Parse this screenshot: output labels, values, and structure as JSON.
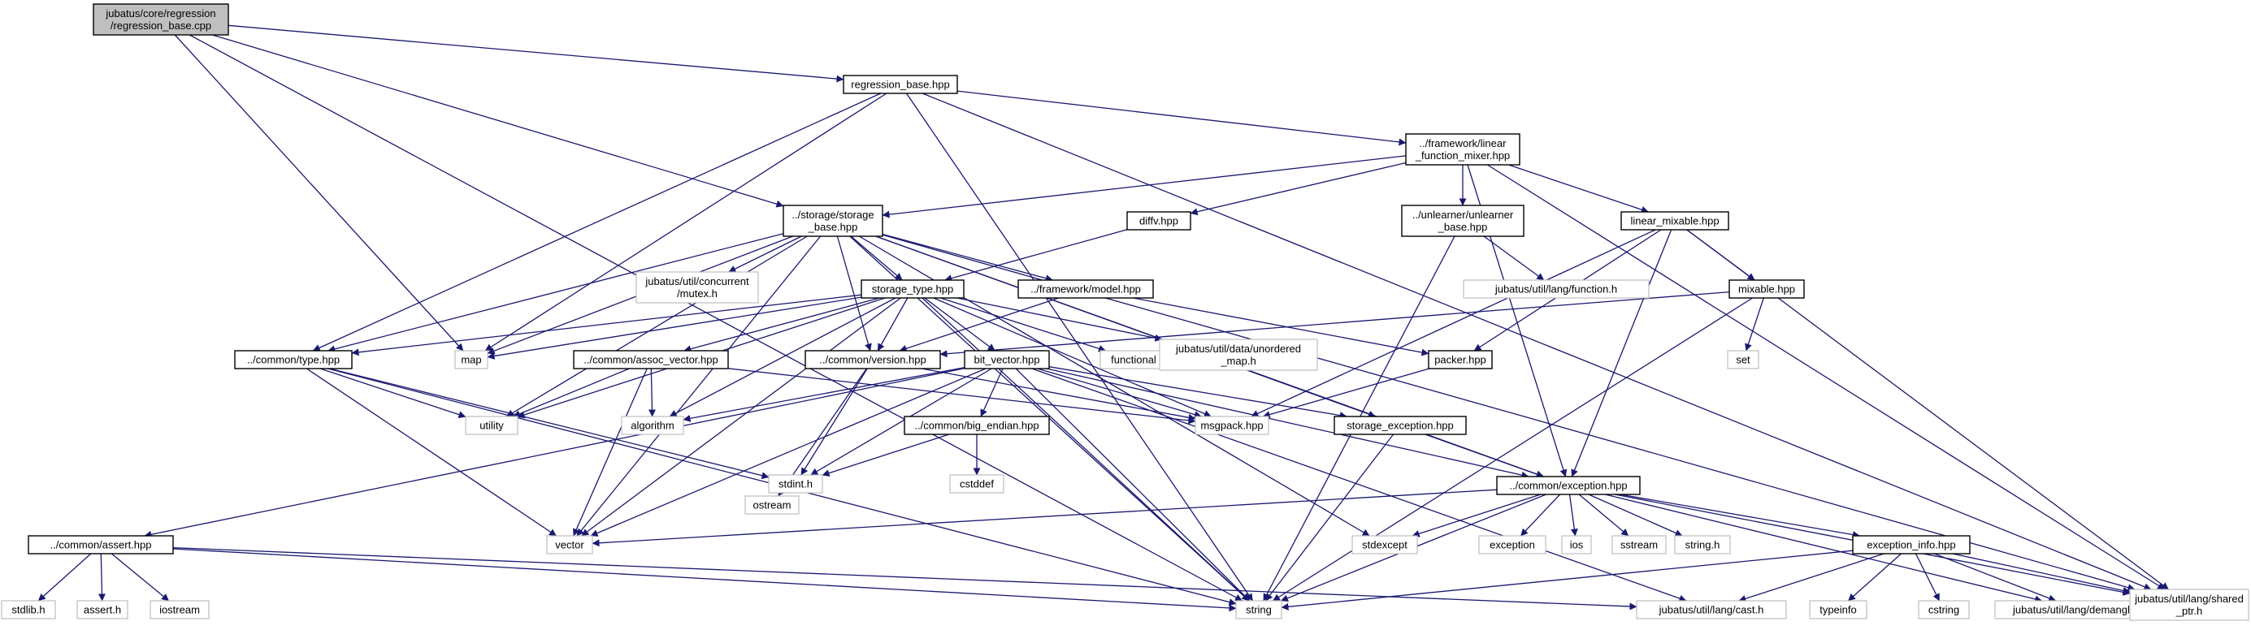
{
  "graph": {
    "nodes": [
      {
        "id": "root",
        "lines": [
          "jubatus/core/regression",
          "/regression_base.cpp"
        ],
        "style": "root"
      },
      {
        "id": "regression_base_hpp",
        "lines": [
          "regression_base.hpp"
        ],
        "style": "file"
      },
      {
        "id": "linear_function_mixer",
        "lines": [
          "../framework/linear",
          "_function_mixer.hpp"
        ],
        "style": "file"
      },
      {
        "id": "storage_base",
        "lines": [
          "../storage/storage",
          "_base.hpp"
        ],
        "style": "file"
      },
      {
        "id": "diffv",
        "lines": [
          "diffv.hpp"
        ],
        "style": "file"
      },
      {
        "id": "unlearner_base",
        "lines": [
          "../unlearner/unlearner",
          "_base.hpp"
        ],
        "style": "file"
      },
      {
        "id": "linear_mixable",
        "lines": [
          "linear_mixable.hpp"
        ],
        "style": "file"
      },
      {
        "id": "concurrent_mutex",
        "lines": [
          "jubatus/util/concurrent",
          "/mutex.h"
        ],
        "style": "ext"
      },
      {
        "id": "lang_function",
        "lines": [
          "jubatus/util/lang/function.h"
        ],
        "style": "ext"
      },
      {
        "id": "storage_type",
        "lines": [
          "storage_type.hpp"
        ],
        "style": "file"
      },
      {
        "id": "framework_model",
        "lines": [
          "../framework/model.hpp"
        ],
        "style": "file"
      },
      {
        "id": "mixable",
        "lines": [
          "mixable.hpp"
        ],
        "style": "file"
      },
      {
        "id": "common_type",
        "lines": [
          "../common/type.hpp"
        ],
        "style": "file"
      },
      {
        "id": "map",
        "lines": [
          "map"
        ],
        "style": "ext"
      },
      {
        "id": "assoc_vector",
        "lines": [
          "../common/assoc_vector.hpp"
        ],
        "style": "file"
      },
      {
        "id": "common_version",
        "lines": [
          "../common/version.hpp"
        ],
        "style": "file"
      },
      {
        "id": "bit_vector",
        "lines": [
          "bit_vector.hpp"
        ],
        "style": "file"
      },
      {
        "id": "functional",
        "lines": [
          "functional"
        ],
        "style": "ext"
      },
      {
        "id": "unordered_map",
        "lines": [
          "jubatus/util/data/unordered",
          "_map.h"
        ],
        "style": "ext"
      },
      {
        "id": "packer",
        "lines": [
          "packer.hpp"
        ],
        "style": "file"
      },
      {
        "id": "set",
        "lines": [
          "set"
        ],
        "style": "ext"
      },
      {
        "id": "utility",
        "lines": [
          "utility"
        ],
        "style": "ext"
      },
      {
        "id": "algorithm",
        "lines": [
          "algorithm"
        ],
        "style": "ext"
      },
      {
        "id": "msgpack",
        "lines": [
          "msgpack.hpp"
        ],
        "style": "ext"
      },
      {
        "id": "storage_exception",
        "lines": [
          "storage_exception.hpp"
        ],
        "style": "file"
      },
      {
        "id": "ostream",
        "lines": [
          "ostream"
        ],
        "style": "ext"
      },
      {
        "id": "big_endian",
        "lines": [
          "../common/big_endian.hpp"
        ],
        "style": "file"
      },
      {
        "id": "stdint",
        "lines": [
          "stdint.h"
        ],
        "style": "ext"
      },
      {
        "id": "cstddef",
        "lines": [
          "cstddef"
        ],
        "style": "ext"
      },
      {
        "id": "common_exception",
        "lines": [
          "../common/exception.hpp"
        ],
        "style": "file"
      },
      {
        "id": "common_assert",
        "lines": [
          "../common/assert.hpp"
        ],
        "style": "file"
      },
      {
        "id": "vector",
        "lines": [
          "vector"
        ],
        "style": "ext"
      },
      {
        "id": "stdexcept",
        "lines": [
          "stdexcept"
        ],
        "style": "ext"
      },
      {
        "id": "exception",
        "lines": [
          "exception"
        ],
        "style": "ext"
      },
      {
        "id": "ios",
        "lines": [
          "ios"
        ],
        "style": "ext"
      },
      {
        "id": "sstream",
        "lines": [
          "sstream"
        ],
        "style": "ext"
      },
      {
        "id": "string_h",
        "lines": [
          "string.h"
        ],
        "style": "ext"
      },
      {
        "id": "exception_info",
        "lines": [
          "exception_info.hpp"
        ],
        "style": "file"
      },
      {
        "id": "stdlib",
        "lines": [
          "stdlib.h"
        ],
        "style": "ext"
      },
      {
        "id": "assert_h",
        "lines": [
          "assert.h"
        ],
        "style": "ext"
      },
      {
        "id": "iostream",
        "lines": [
          "iostream"
        ],
        "style": "ext"
      },
      {
        "id": "string",
        "lines": [
          "string"
        ],
        "style": "ext"
      },
      {
        "id": "lang_cast",
        "lines": [
          "jubatus/util/lang/cast.h"
        ],
        "style": "ext"
      },
      {
        "id": "typeinfo",
        "lines": [
          "typeinfo"
        ],
        "style": "ext"
      },
      {
        "id": "cstring",
        "lines": [
          "cstring"
        ],
        "style": "ext"
      },
      {
        "id": "demangle",
        "lines": [
          "jubatus/util/lang/demangle.h"
        ],
        "style": "ext"
      },
      {
        "id": "shared_ptr",
        "lines": [
          "jubatus/util/lang/shared",
          "_ptr.h"
        ],
        "style": "ext"
      }
    ],
    "edges": [
      [
        "root",
        "regression_base_hpp"
      ],
      [
        "root",
        "storage_base"
      ],
      [
        "root",
        "map"
      ],
      [
        "root",
        "string"
      ],
      [
        "regression_base_hpp",
        "linear_function_mixer"
      ],
      [
        "regression_base_hpp",
        "common_type"
      ],
      [
        "regression_base_hpp",
        "map"
      ],
      [
        "regression_base_hpp",
        "string"
      ],
      [
        "regression_base_hpp",
        "shared_ptr"
      ],
      [
        "linear_function_mixer",
        "storage_base"
      ],
      [
        "linear_function_mixer",
        "diffv"
      ],
      [
        "linear_function_mixer",
        "unlearner_base"
      ],
      [
        "linear_function_mixer",
        "linear_mixable"
      ],
      [
        "linear_function_mixer",
        "common_exception"
      ],
      [
        "linear_function_mixer",
        "shared_ptr"
      ],
      [
        "storage_base",
        "concurrent_mutex"
      ],
      [
        "storage_base",
        "storage_type"
      ],
      [
        "storage_base",
        "framework_model"
      ],
      [
        "storage_base",
        "common_type"
      ],
      [
        "storage_base",
        "map"
      ],
      [
        "storage_base",
        "common_version"
      ],
      [
        "storage_base",
        "utility"
      ],
      [
        "storage_base",
        "vector"
      ],
      [
        "storage_base",
        "string"
      ],
      [
        "storage_base",
        "storage_exception"
      ],
      [
        "storage_base",
        "common_exception"
      ],
      [
        "storage_base",
        "stdexcept"
      ],
      [
        "storage_base",
        "shared_ptr"
      ],
      [
        "diffv",
        "storage_type"
      ],
      [
        "unlearner_base",
        "lang_function"
      ],
      [
        "unlearner_base",
        "string"
      ],
      [
        "linear_mixable",
        "mixable"
      ],
      [
        "linear_mixable",
        "packer"
      ],
      [
        "linear_mixable",
        "msgpack"
      ],
      [
        "linear_mixable",
        "common_exception"
      ],
      [
        "linear_mixable",
        "shared_ptr"
      ],
      [
        "storage_type",
        "common_type"
      ],
      [
        "storage_type",
        "map"
      ],
      [
        "storage_type",
        "assoc_vector"
      ],
      [
        "storage_type",
        "common_version"
      ],
      [
        "storage_type",
        "bit_vector"
      ],
      [
        "storage_type",
        "functional"
      ],
      [
        "storage_type",
        "unordered_map"
      ],
      [
        "storage_type",
        "utility"
      ],
      [
        "storage_type",
        "algorithm"
      ],
      [
        "storage_type",
        "msgpack"
      ],
      [
        "storage_type",
        "vector"
      ],
      [
        "storage_type",
        "string"
      ],
      [
        "framework_model",
        "common_version"
      ],
      [
        "framework_model",
        "packer"
      ],
      [
        "mixable",
        "common_version"
      ],
      [
        "mixable",
        "set"
      ],
      [
        "mixable",
        "string"
      ],
      [
        "common_type",
        "utility"
      ],
      [
        "common_type",
        "stdint"
      ],
      [
        "common_type",
        "vector"
      ],
      [
        "common_type",
        "string"
      ],
      [
        "assoc_vector",
        "utility"
      ],
      [
        "assoc_vector",
        "algorithm"
      ],
      [
        "assoc_vector",
        "vector"
      ],
      [
        "assoc_vector",
        "msgpack"
      ],
      [
        "common_version",
        "msgpack"
      ],
      [
        "common_version",
        "ostream"
      ],
      [
        "common_version",
        "stdint"
      ],
      [
        "bit_vector",
        "algorithm"
      ],
      [
        "bit_vector",
        "msgpack"
      ],
      [
        "bit_vector",
        "storage_exception"
      ],
      [
        "bit_vector",
        "big_endian"
      ],
      [
        "bit_vector",
        "stdint"
      ],
      [
        "bit_vector",
        "common_exception"
      ],
      [
        "bit_vector",
        "common_assert"
      ],
      [
        "bit_vector",
        "vector"
      ],
      [
        "bit_vector",
        "string"
      ],
      [
        "bit_vector",
        "lang_cast"
      ],
      [
        "packer",
        "msgpack"
      ],
      [
        "storage_exception",
        "common_exception"
      ],
      [
        "storage_exception",
        "string"
      ],
      [
        "big_endian",
        "stdint"
      ],
      [
        "big_endian",
        "cstddef"
      ],
      [
        "common_exception",
        "vector"
      ],
      [
        "common_exception",
        "stdexcept"
      ],
      [
        "common_exception",
        "exception"
      ],
      [
        "common_exception",
        "ios"
      ],
      [
        "common_exception",
        "sstream"
      ],
      [
        "common_exception",
        "string_h"
      ],
      [
        "common_exception",
        "exception_info"
      ],
      [
        "common_exception",
        "string"
      ],
      [
        "common_exception",
        "shared_ptr"
      ],
      [
        "common_exception",
        "demangle"
      ],
      [
        "common_assert",
        "stdlib"
      ],
      [
        "common_assert",
        "assert_h"
      ],
      [
        "common_assert",
        "iostream"
      ],
      [
        "common_assert",
        "string"
      ],
      [
        "common_assert",
        "lang_cast"
      ],
      [
        "exception_info",
        "string"
      ],
      [
        "exception_info",
        "typeinfo"
      ],
      [
        "exception_info",
        "cstring"
      ],
      [
        "exception_info",
        "lang_cast"
      ],
      [
        "exception_info",
        "demangle"
      ],
      [
        "exception_info",
        "shared_ptr"
      ]
    ]
  }
}
